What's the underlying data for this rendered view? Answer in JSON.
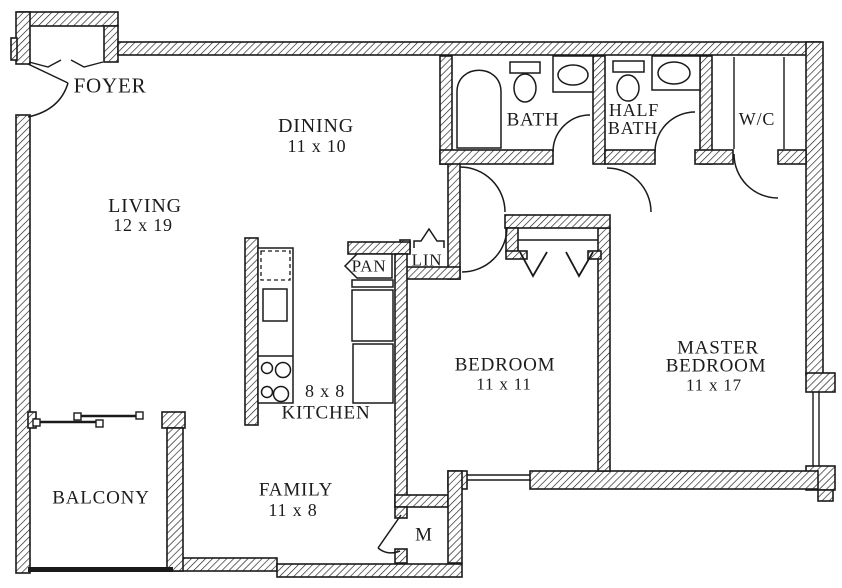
{
  "figure": {
    "type": "floor-plan",
    "description": "Two-bedroom apartment floor plan, scanned black-and-white architectural drawing"
  },
  "rooms": {
    "foyer": {
      "name": "FOYER"
    },
    "living": {
      "name": "LIVING",
      "dimensions": "12 x 19"
    },
    "dining": {
      "name": "DINING",
      "dimensions": "11 x 10"
    },
    "bath": {
      "name": "BATH"
    },
    "half_bath": {
      "name_line1": "HALF",
      "name_line2": "BATH"
    },
    "water_closet": {
      "name": "W/C"
    },
    "pantry": {
      "name": "PAN"
    },
    "linen": {
      "name": "LIN"
    },
    "kitchen": {
      "name": "KITCHEN",
      "dimensions": "8 x 8"
    },
    "bedroom": {
      "name": "BEDROOM",
      "dimensions": "11 x 11"
    },
    "master_bedroom": {
      "name_line1": "MASTER",
      "name_line2": "BEDROOM",
      "dimensions": "11 x 17"
    },
    "family": {
      "name": "FAMILY",
      "dimensions": "11 x 8"
    },
    "balcony": {
      "name": "BALCONY"
    },
    "mechanical": {
      "name": "M"
    }
  },
  "fixtures": [
    "bathtub",
    "toilet",
    "sink-vanity",
    "kitchen-counter",
    "kitchen-sink",
    "stove-burners",
    "dishwasher",
    "refrigerator",
    "sliding-glass-door",
    "bifold-closet-doors",
    "door-swings",
    "closet-shelving",
    "windows",
    "balcony-railing"
  ],
  "colors": {
    "ink": "#1a1a1a",
    "paper": "#ffffff"
  }
}
